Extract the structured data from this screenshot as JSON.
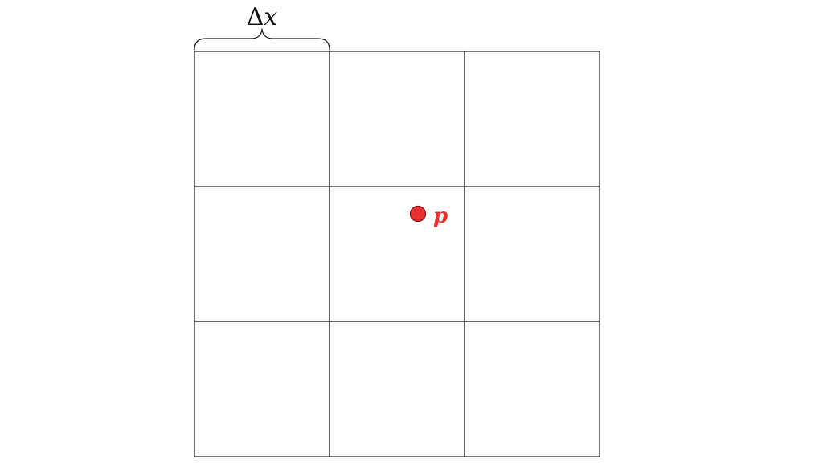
{
  "grid": {
    "rows": 3,
    "cols": 3
  },
  "spacing_label": {
    "delta": "Δ",
    "variable": "x"
  },
  "point": {
    "label": "p",
    "color": "#e8312f",
    "label_color": "#e8312f"
  }
}
